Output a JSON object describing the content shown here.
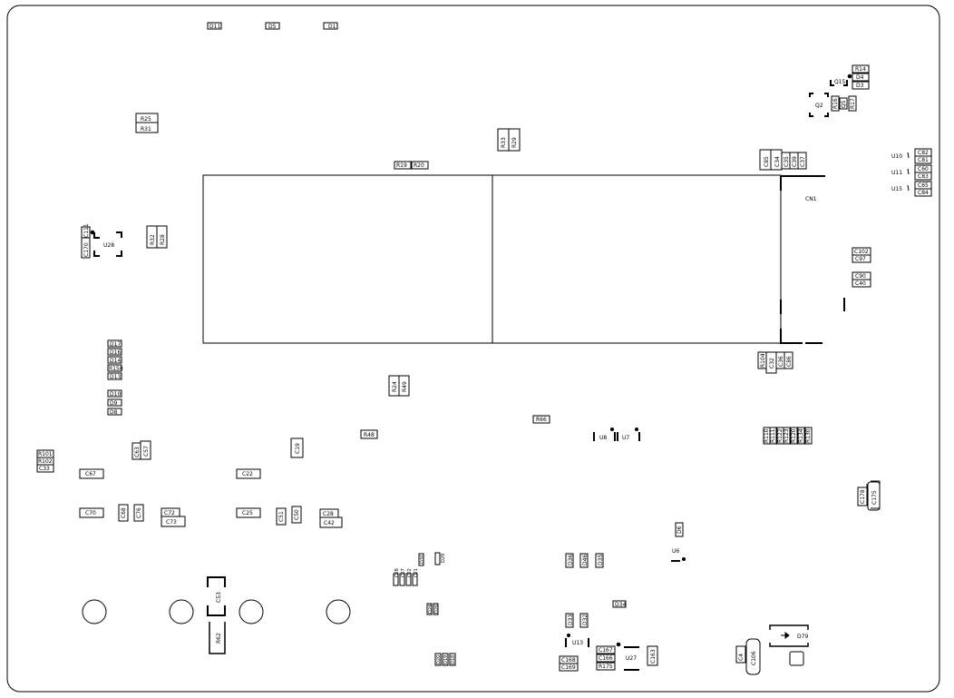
{
  "board": {
    "labels": {
      "d11": "D11",
      "d5": "D5",
      "d1": "D1",
      "r14": "R14",
      "d4": "D4",
      "d3": "D3",
      "q15": "Q15",
      "q2": "Q2",
      "r16": "R16",
      "q5": "Q5",
      "r17": "R17",
      "r25": "R25",
      "r31": "R31",
      "r33": "R33",
      "r29": "R29",
      "r19": "R19",
      "r20": "R20",
      "c85": "C85",
      "c34": "C34",
      "c35": "C35",
      "c39": "C39",
      "c37": "C37",
      "u10": "U10",
      "u11": "U11",
      "u15": "U15",
      "c82": "C82",
      "c81": "C81",
      "c60": "C60",
      "c83": "C83",
      "c65": "C65",
      "c84": "C84",
      "cn1": "CN1",
      "c170": "C170",
      "c111": "C111",
      "u28": "U28",
      "r32": "R32",
      "r28": "R28",
      "c102": "C102",
      "c97": "C97",
      "c90": "C90",
      "c40": "C40",
      "d17": "D17",
      "d16": "D16",
      "d14": "D14",
      "r150": "R150",
      "d13": "D13",
      "d10": "D10",
      "d9": "D9",
      "d8": "D8",
      "r104": "R104",
      "c32": "C32",
      "c36": "C36",
      "c86": "C86",
      "r24": "R24",
      "r49": "R49",
      "r66": "R66",
      "u8": "U8",
      "u7": "U7",
      "r110": "R110",
      "r111": "R111",
      "r122": "R122",
      "r123": "R123",
      "r120": "R120",
      "r134": "R134",
      "r130": "R130",
      "r101": "R101",
      "r102": "R102",
      "c33": "C33",
      "c63": "C63",
      "c57": "C57",
      "r48": "R48",
      "c19": "C19",
      "c67": "C67",
      "c22": "C22",
      "c178": "C178",
      "c175": "C175",
      "c70": "C70",
      "c68": "C68",
      "c76": "C76",
      "c72": "C72",
      "c73": "C73",
      "c25": "C25",
      "c51": "C51",
      "c50": "C50",
      "c28": "C28",
      "c42": "C42",
      "d6": "D6",
      "u6": "U6",
      "c28b": "C28",
      "c27": "C27",
      "c22b": "C22",
      "c21": "C21",
      "d31": "D31",
      "d29": "D29",
      "d36": "D36",
      "d46": "D46",
      "d35": "D35",
      "c53": "C53",
      "r62": "R62",
      "d24": "D24",
      "d26": "D26",
      "d34": "D34",
      "d33": "D33",
      "d32": "D32",
      "u13": "U13",
      "c168": "C168",
      "c169": "C169",
      "c167": "C167",
      "c166": "C166",
      "r175": "R175",
      "u27": "U27",
      "c163": "C163",
      "c4": "C4",
      "c106": "C106",
      "d79": "D79",
      "d20": "D20",
      "d19": "D19",
      "d18": "D18"
    }
  }
}
